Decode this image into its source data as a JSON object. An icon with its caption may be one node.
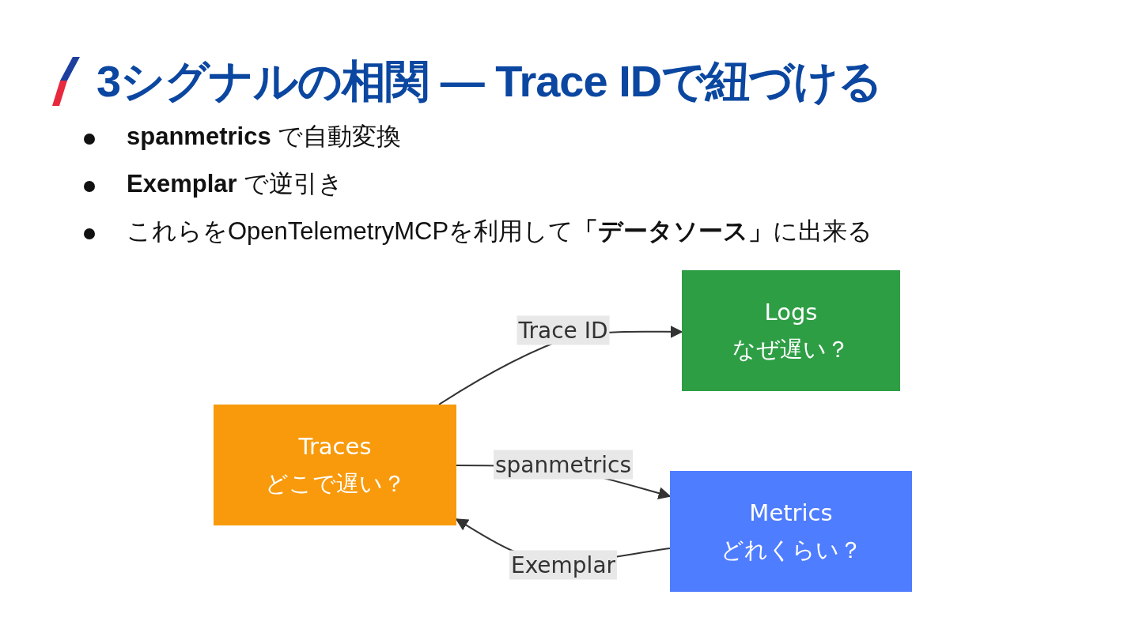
{
  "diagram": {
    "title": "3シグナルの相関 — Trace IDで紐づける",
    "nodes": [
      {
        "text": [
          "Traces",
          "どこで遅い？"
        ]
      },
      {
        "text": [
          "Logs",
          "なぜ遅い？"
        ]
      },
      {
        "text": [
          "Metrics",
          "どれくらい？"
        ]
      }
    ],
    "edges": [
      {
        "from": 0,
        "to": 1,
        "arrow": "to",
        "label": "Trace ID"
      },
      {
        "from": 0,
        "to": 2,
        "arrow": "to",
        "label": "spanmetrics"
      },
      {
        "from": 2,
        "to": 0,
        "arrow": "to",
        "label": "Exemplar"
      }
    ],
    "labels": [
      "**spanmetrics** で自動変換",
      "**Exemplar** で逆引き",
      "これらをOpenTelemetryMCPを利用して**「データソース」**に出来る"
    ]
  }
}
